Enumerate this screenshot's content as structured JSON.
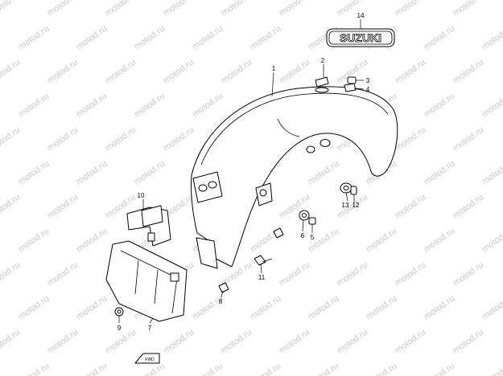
{
  "diagram": {
    "callouts": [
      "1",
      "2",
      "3",
      "4",
      "5",
      "6",
      "7",
      "8",
      "9",
      "10",
      "11",
      "12",
      "13",
      "14"
    ],
    "emblem_text": "SUZUKI",
    "direction_label": "FWD",
    "watermark_text": "motod.ru"
  }
}
